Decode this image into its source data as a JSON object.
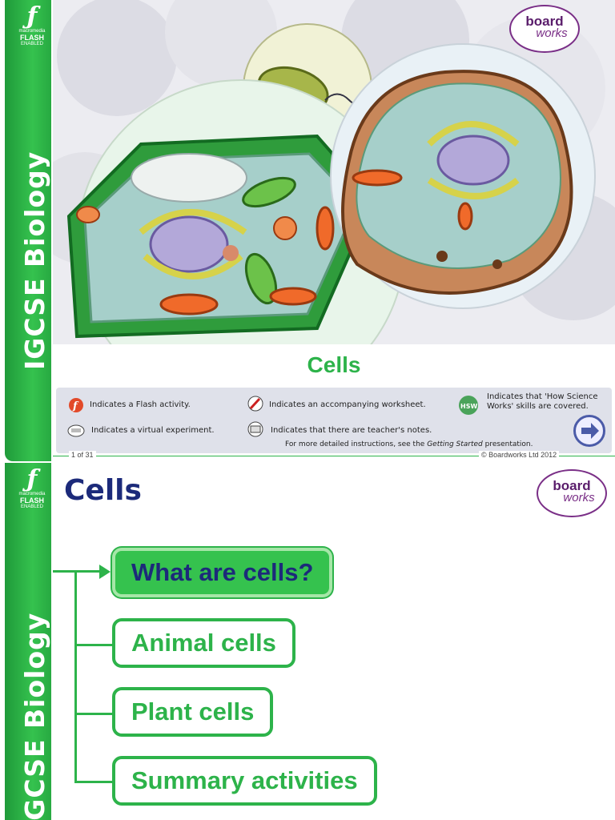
{
  "slide1": {
    "sidebar_label": "IGCSE Biology",
    "flash_logo": {
      "line1": "macromedia",
      "line2": "FLASH",
      "line3": "ENABLED"
    },
    "brand_logo": {
      "word1": "board",
      "word2": "works"
    },
    "title": "Cells",
    "legend": {
      "flash": "Indicates a Flash activity.",
      "worksheet": "Indicates an accompanying worksheet.",
      "hsw": "Indicates that 'How Science Works' skills are covered.",
      "virtual": "Indicates a virtual experiment.",
      "notes": "Indicates that there are teacher's notes.",
      "instructions_prefix": "For more detailed instructions, see the ",
      "instructions_link": "Getting Started",
      "instructions_suffix": " presentation."
    },
    "footer": {
      "page": "1 of 31",
      "copyright": "© Boardworks Ltd 2012"
    }
  },
  "slide2": {
    "sidebar_label": "IGCSE Biology",
    "title": "Cells",
    "brand_logo": {
      "word1": "board",
      "word2": "works"
    },
    "menu": [
      {
        "label": "What are cells?",
        "active": true
      },
      {
        "label": "Animal cells",
        "active": false
      },
      {
        "label": "Plant cells",
        "active": false
      },
      {
        "label": "Summary activities",
        "active": false
      }
    ]
  },
  "colors": {
    "green": "#2db34a",
    "navy": "#1c2a7a",
    "purple": "#7a2f87"
  }
}
